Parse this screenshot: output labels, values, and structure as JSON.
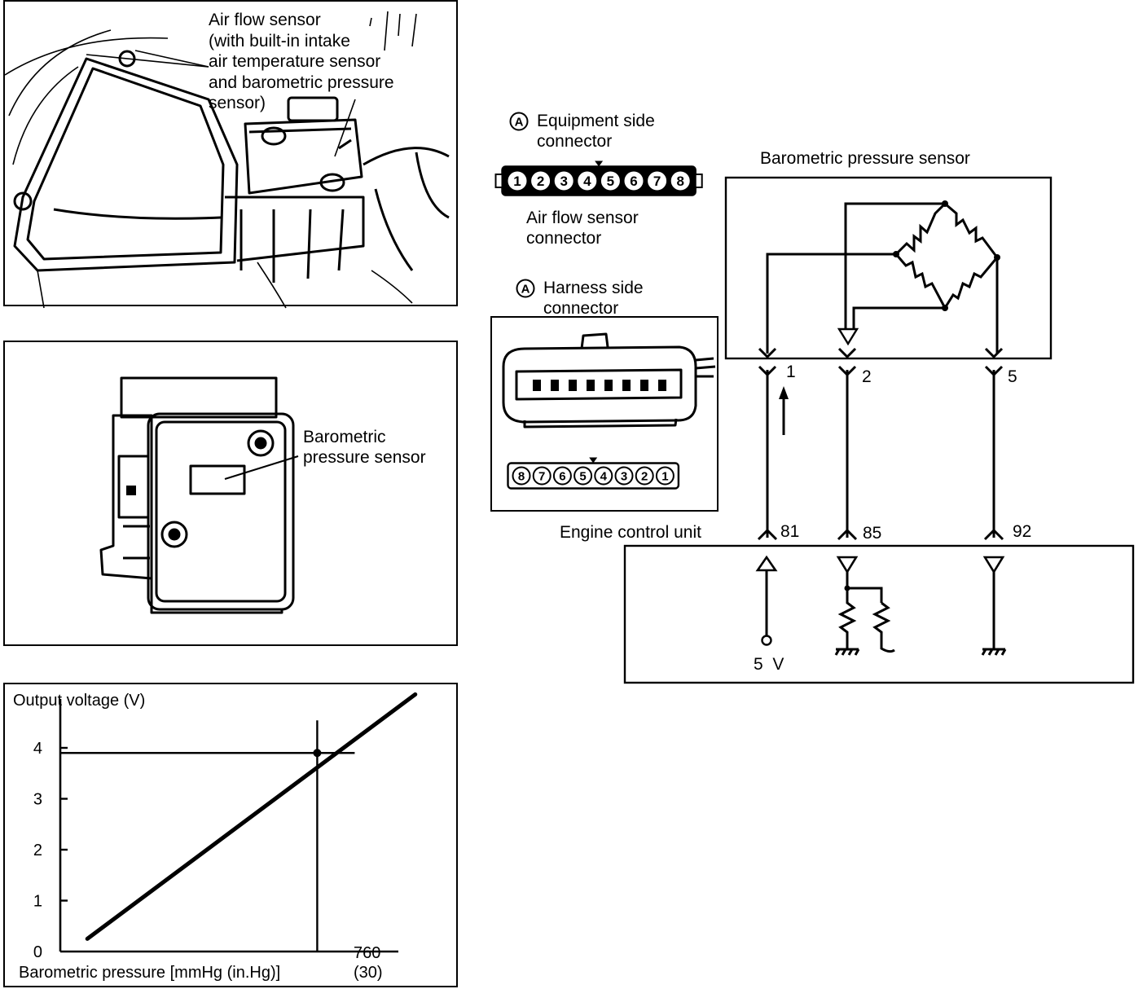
{
  "photo_top": {
    "label_lines": [
      "Air flow sensor",
      "(with built-in intake",
      "air temperature sensor",
      "and barometric pressure",
      "sensor)"
    ]
  },
  "photo_mid": {
    "label_lines": [
      "Barometric",
      "pressure sensor"
    ]
  },
  "chart_data": {
    "type": "line",
    "ylabel": "Output voltage (V)",
    "xlabel": "Barometric pressure [mmHg (in.Hg)]",
    "x_tick_label": "760",
    "x_tick_label_alt": "(30)",
    "y_ticks": [
      "0",
      "1",
      "2",
      "3",
      "4"
    ],
    "ylim": [
      0,
      4.8
    ],
    "xlim": [
      0,
      1000
    ],
    "series": [
      {
        "x": [
          80,
          1050
        ],
        "y": [
          0.25,
          5.05
        ]
      }
    ],
    "reference_point": {
      "x": 760,
      "y": 3.9
    }
  },
  "equipment_connector": {
    "circle_letter": "A",
    "title_lines": [
      "Equipment side",
      "connector"
    ],
    "pins": [
      "1",
      "2",
      "3",
      "4",
      "5",
      "6",
      "7",
      "8"
    ],
    "caption_lines": [
      "Air flow sensor",
      "connector"
    ]
  },
  "harness_connector": {
    "circle_letter": "A",
    "title_lines": [
      "Harness side",
      "connector"
    ],
    "pins": [
      "8",
      "7",
      "6",
      "5",
      "4",
      "3",
      "2",
      "1"
    ]
  },
  "circuit": {
    "sensor_title": "Barometric pressure sensor",
    "ecu_title": "Engine control unit",
    "sensor_pins": [
      "1",
      "2",
      "5"
    ],
    "ecu_pins": [
      "81",
      "85",
      "92"
    ],
    "supply_label": "5  V"
  }
}
